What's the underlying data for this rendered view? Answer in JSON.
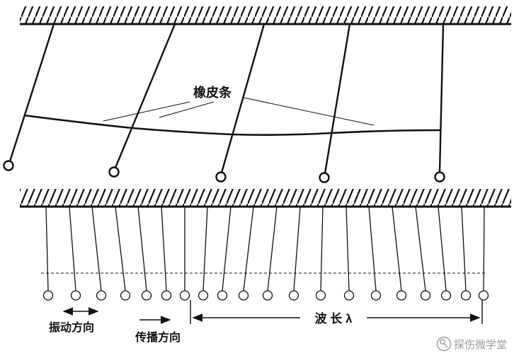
{
  "figure": {
    "description": "Pendulum wave demonstration diagram",
    "top_pendulum_count": 5,
    "bottom_pendulum_count": 20,
    "labels": {
      "rubber_band": "橡皮条",
      "vibration_direction": "振动方向",
      "propagation_direction": "传播方向",
      "wavelength": "波 长 λ"
    },
    "watermark": "探伤微学堂",
    "colors": {
      "ink": "#111111",
      "watermark_gray": "#9a9a9a",
      "background": "#ffffff"
    }
  }
}
